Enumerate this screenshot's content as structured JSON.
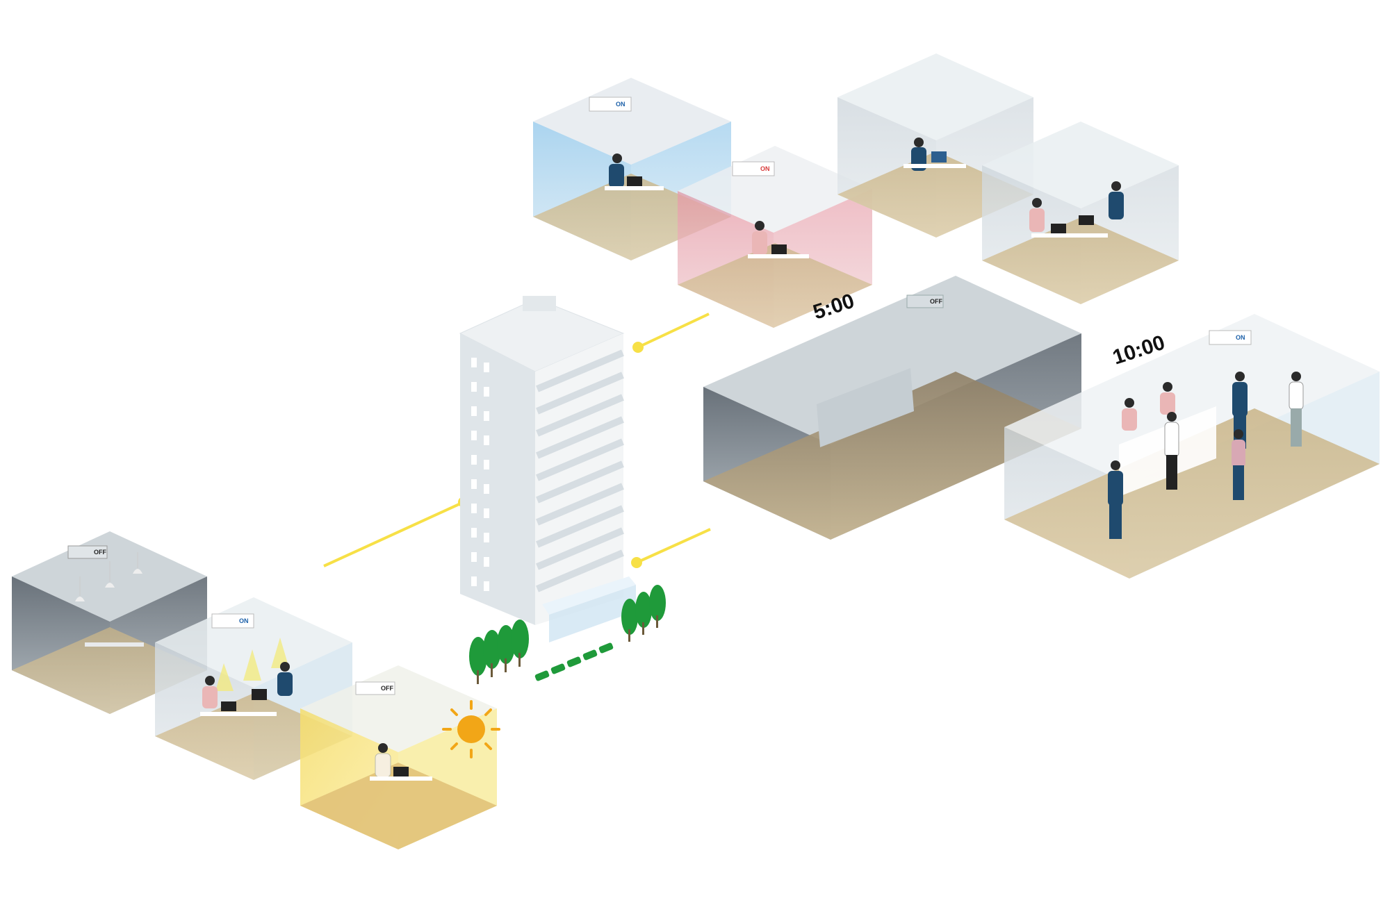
{
  "time_labels": {
    "early": "5:00",
    "late": "10:00"
  },
  "ac_states": {
    "top_blue_room": "ON",
    "top_pink_room": "ON",
    "dark_hall": "OFF",
    "lobby": "ON",
    "dark_meeting_room": "OFF",
    "sunny_room": "OFF"
  },
  "colors": {
    "connector": "#f7e046",
    "cool_room": "#a9d4ee",
    "warm_room": "#e8a9b3",
    "sunny_room": "#f7e27a",
    "floor": "#cdb98e",
    "dark_room": "#5f6a73",
    "tree": "#1f9a3a",
    "ac_on_blue": "#1a5fa8",
    "ac_on_red": "#d83a3a"
  },
  "icons": [
    "building-icon",
    "air-conditioner-icon",
    "sun-icon",
    "pendant-lamp-icon",
    "laptop-icon",
    "tree-icon",
    "person-icon"
  ]
}
